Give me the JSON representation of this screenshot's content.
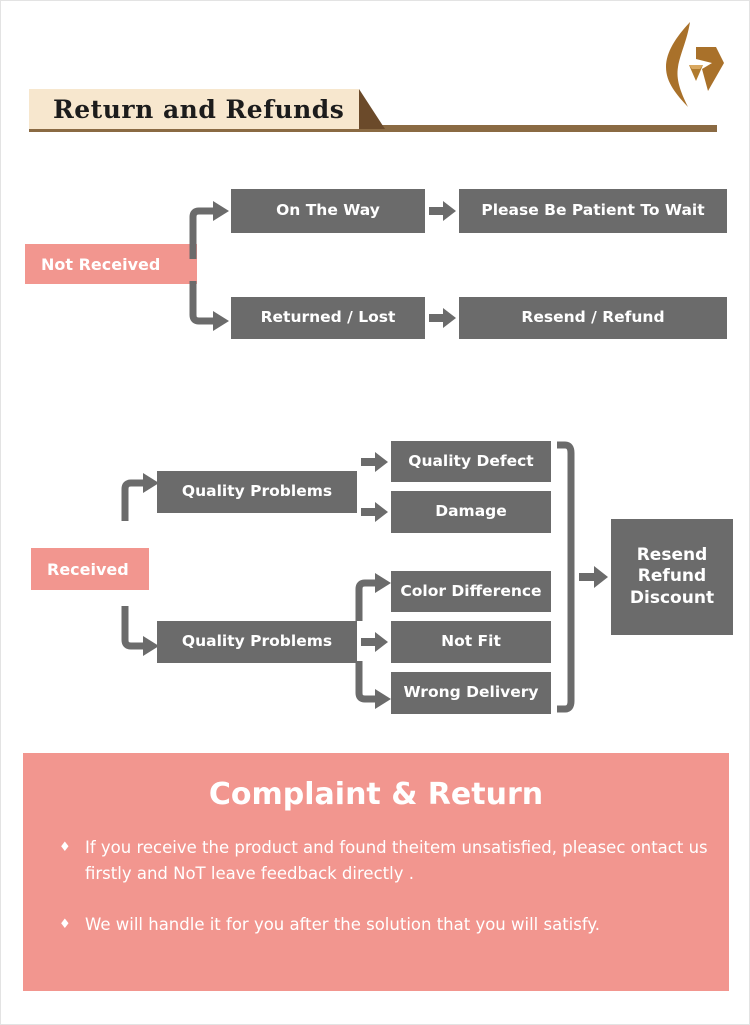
{
  "header": {
    "title": "Return and Refunds",
    "logo_icon": "flame-diamond-logo-icon",
    "colors": {
      "banner_bg": "#f7e7ce",
      "banner_tip": "#6b4a2a",
      "rule": "#8a6a43",
      "logo": "#a9712a"
    }
  },
  "flow": {
    "colors": {
      "node_bg": "#6b6b6b",
      "node_text": "#ffffff",
      "tag_bg": "#f2968f",
      "arrow": "#6b6b6b"
    },
    "not_received": {
      "tag": "Not Received",
      "branches": [
        {
          "step": "On The Way",
          "result": "Please Be Patient To Wait"
        },
        {
          "step": "Returned / Lost",
          "result": "Resend / Refund"
        }
      ]
    },
    "received": {
      "tag": "Received",
      "groups": [
        {
          "label": "Quality Problems",
          "items": [
            "Quality Defect",
            "Damage"
          ]
        },
        {
          "label": "Quality Problems",
          "items": [
            "Color Difference",
            "Not Fit",
            "Wrong Delivery"
          ]
        }
      ],
      "outcome": [
        "Resend",
        "Refund",
        "Discount"
      ]
    }
  },
  "complaint": {
    "title": "Complaint & Return",
    "bg": "#f2968f",
    "bullet_glyph": "♦",
    "bullets": [
      "If you receive the product and found theitem unsatisfied, pleasec ontact us firstly and NoT leave feedback directly .",
      "We will handle it for you after the solution that you will satisfy."
    ]
  }
}
